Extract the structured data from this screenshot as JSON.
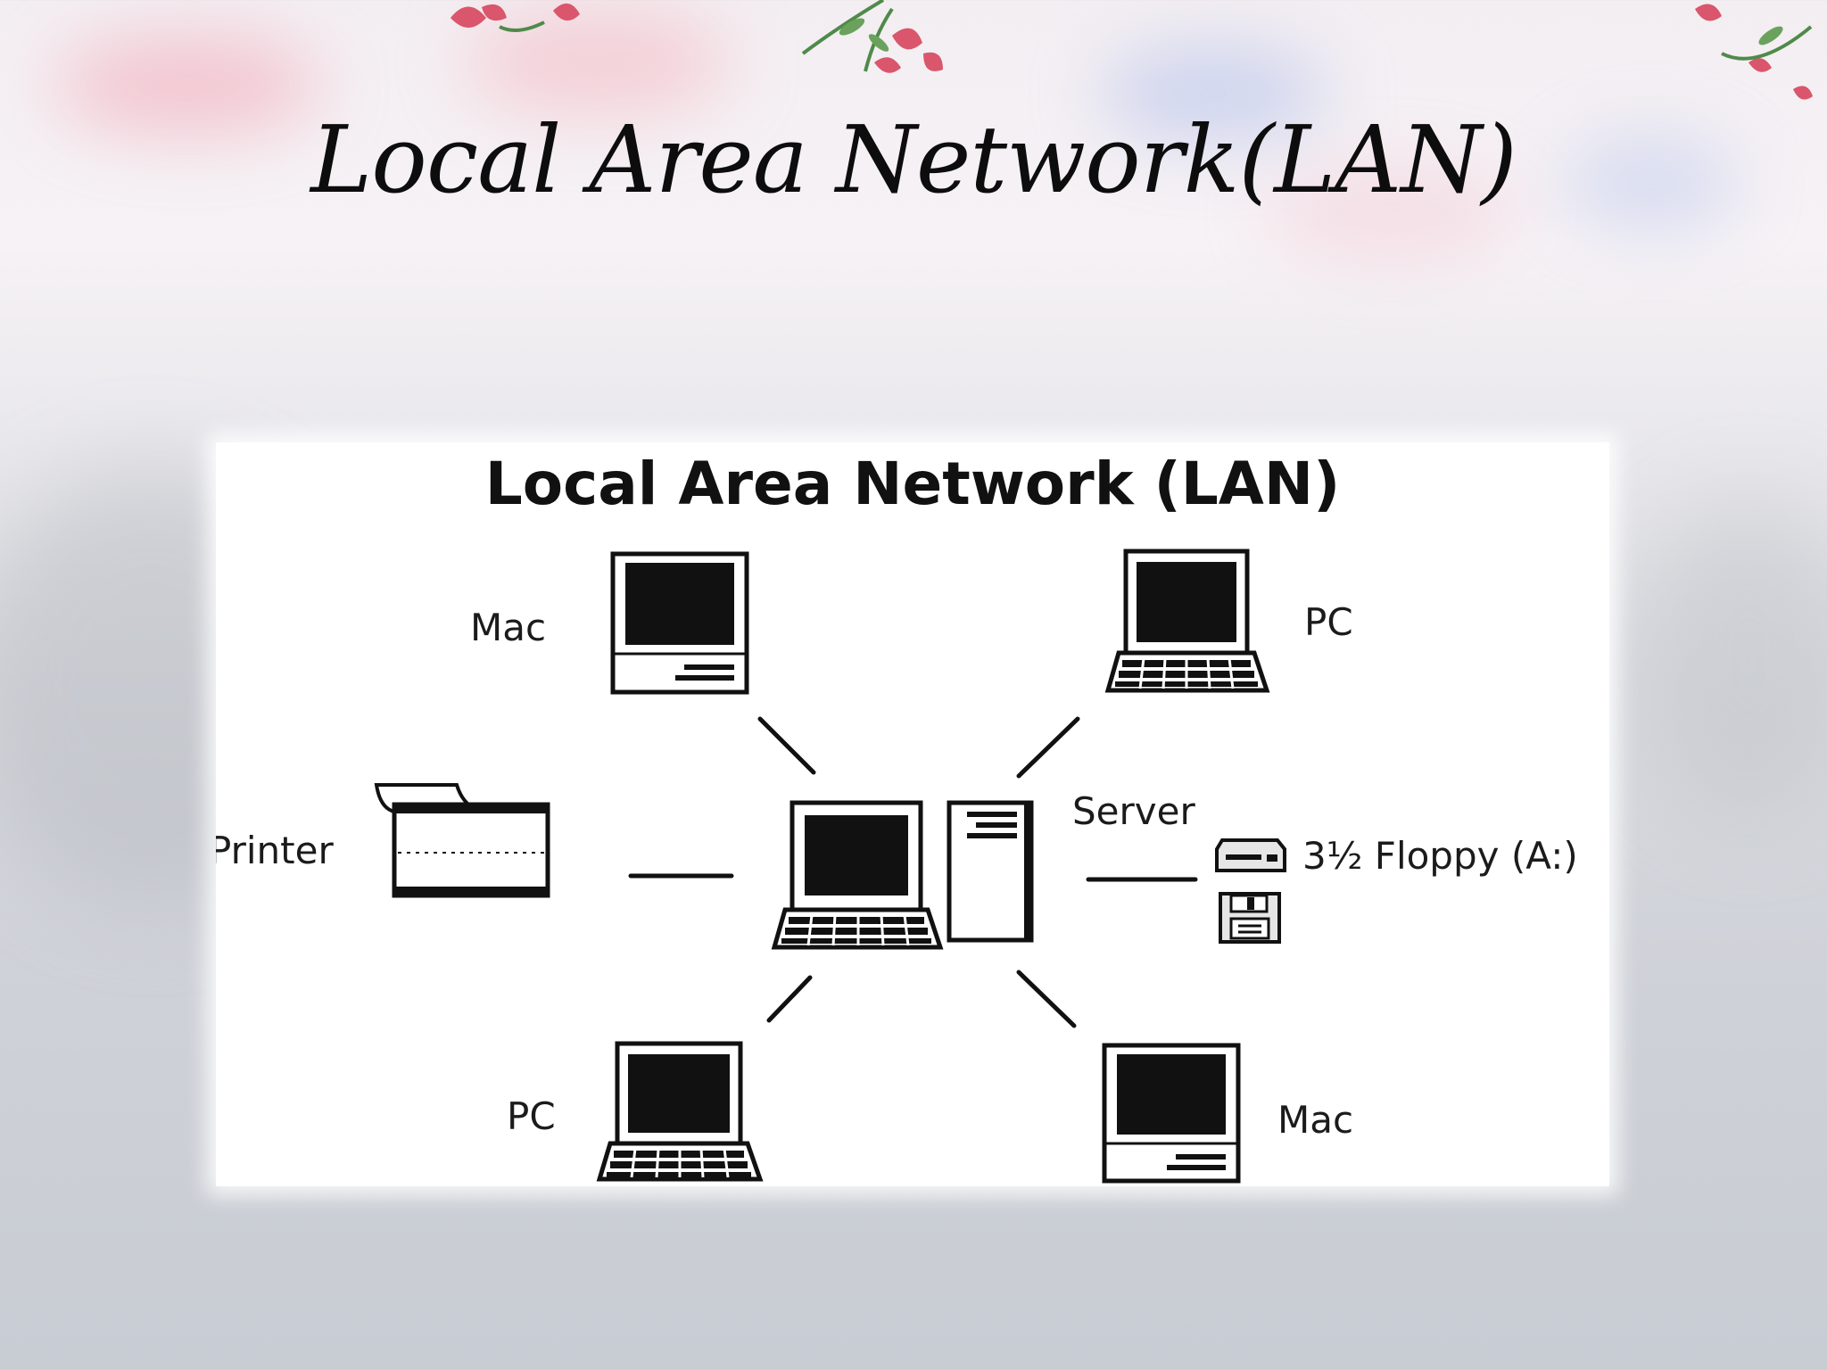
{
  "slide": {
    "title": "Local Area Network(LAN)"
  },
  "diagram": {
    "title": "Local Area Network (LAN)",
    "nodes": {
      "mac_top": "Mac",
      "pc_top": "PC",
      "printer": "Printer",
      "server": "Server",
      "floppy": "3½ Floppy (A:)",
      "pc_bottom": "PC",
      "mac_bottom": "Mac"
    },
    "icons": {
      "mac": "mac-computer-icon",
      "pc": "laptop-pc-icon",
      "printer": "printer-icon",
      "server": "server-tower-icon",
      "floppy_drive": "floppy-drive-icon",
      "floppy_disk": "floppy-disk-icon"
    }
  },
  "colors": {
    "ink": "#111111",
    "panel": "#ffffff"
  }
}
